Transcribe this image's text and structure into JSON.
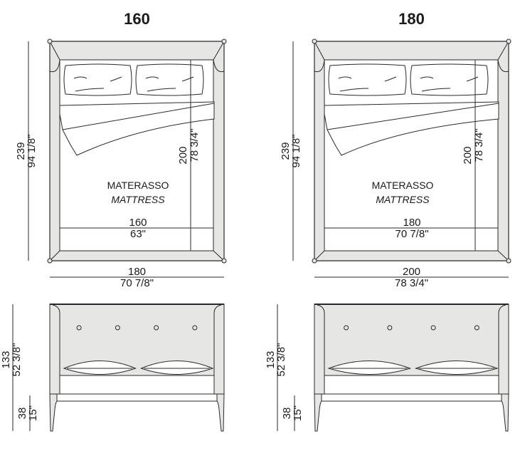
{
  "colors": {
    "fill": "#e6e6e4",
    "line": "#2a2a2a",
    "white": "#ffffff"
  },
  "variants": [
    {
      "title": "160",
      "plan": {
        "overall_length_cm": "239",
        "overall_length_in": "94 1/8\"",
        "overall_width_cm": "180",
        "overall_width_in": "70 7/8\"",
        "mattress_length_cm": "200",
        "mattress_length_in": "78 3/4\"",
        "mattress_width_cm": "160",
        "mattress_width_in": "63\"",
        "mattress_label": "MATERASSO",
        "mattress_label_en": "MATTRESS"
      },
      "front": {
        "height_cm": "133",
        "height_in": "52 3/8\"",
        "base_height_cm": "38",
        "base_height_in": "15\""
      }
    },
    {
      "title": "180",
      "plan": {
        "overall_length_cm": "239",
        "overall_length_in": "94 1/8\"",
        "overall_width_cm": "200",
        "overall_width_in": "78 3/4\"",
        "mattress_length_cm": "200",
        "mattress_length_in": "78 3/4\"",
        "mattress_width_cm": "180",
        "mattress_width_in": "70 7/8\"",
        "mattress_label": "MATERASSO",
        "mattress_label_en": "MATTRESS"
      },
      "front": {
        "height_cm": "133",
        "height_in": "52 3/8\"",
        "base_height_cm": "38",
        "base_height_in": "15\""
      }
    }
  ]
}
